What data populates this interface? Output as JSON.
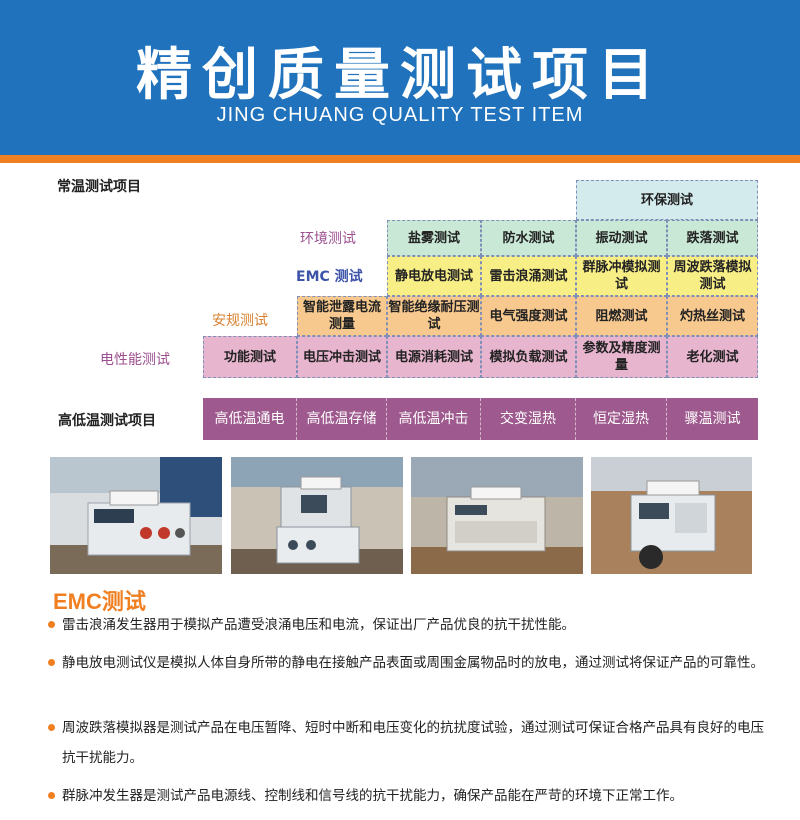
{
  "header": {
    "title_cn": "精创质量测试项目",
    "title_en": "JING CHUANG  QUALITY TEST ITEM"
  },
  "grid": {
    "room_temp_label": "常温测试项目",
    "eco_label": "环保测试",
    "env_label": "环境测试",
    "env_items": [
      "盐雾测试",
      "防水测试",
      "振动测试",
      "跌落测试"
    ],
    "emc_label": "EMC 测试",
    "emc_items": [
      "静电放电测试",
      "雷击浪涌测试",
      "群脉冲模拟测试",
      "周波跌落模拟测试"
    ],
    "safety_label": "安规测试",
    "safety_items": [
      "智能泄露电流测量",
      "智能绝缘耐压测试",
      "电气强度测试",
      "阻燃测试",
      "灼热丝测试"
    ],
    "perf_label": "电性能测试",
    "perf_items": [
      "功能测试",
      "电压冲击测试",
      "电源消耗测试",
      "模拟负载测试",
      "参数及精度测量",
      "老化测试"
    ],
    "hl_label": "高低温测试项目",
    "hl_items": [
      "高低温通电",
      "高低温存储",
      "高低温冲击",
      "交变湿热",
      "恒定湿热",
      "骤温测试"
    ]
  },
  "photos": [
    {
      "label": "",
      "name": "surge-generator-photo"
    },
    {
      "label": "",
      "name": "esd-tester-photo"
    },
    {
      "label": "",
      "name": "pulse-generator-photo"
    },
    {
      "label": "",
      "name": "cycle-drop-simulator-photo"
    }
  ],
  "emc": {
    "title": "EMC测试",
    "bullets": [
      "雷击浪涌发生器用于模拟产品遭受浪涌电压和电流，保证出厂产品优良的抗干扰性能。",
      "静电放电测试仪是模拟人体自身所带的静电在接触产品表面或周围金属物品时的放电，通过测试将保证产品的可靠性。",
      "周波跌落模拟器是测试产品在电压暂降、短时中断和电压变化的抗扰度试验，通过测试可保证合格产品具有良好的电压抗干扰能力。",
      "群脉冲发生器是测试产品电源线、控制线和信号线的抗干扰能力，确保产品能在严苛的环境下正常工作。"
    ]
  },
  "colors": {
    "header_blue": "#1f72bb",
    "accent_orange": "#f07f22",
    "env_green": "#c9e8d6",
    "emc_yellow": "#f8ee86",
    "safety_orange": "#f7c98f",
    "perf_pink": "#e8b5cf",
    "hl_purple": "#9e5a8e",
    "label_purple": "#9b4f8f",
    "label_orange": "#d8802f",
    "label_blue": "#3c53a8"
  }
}
